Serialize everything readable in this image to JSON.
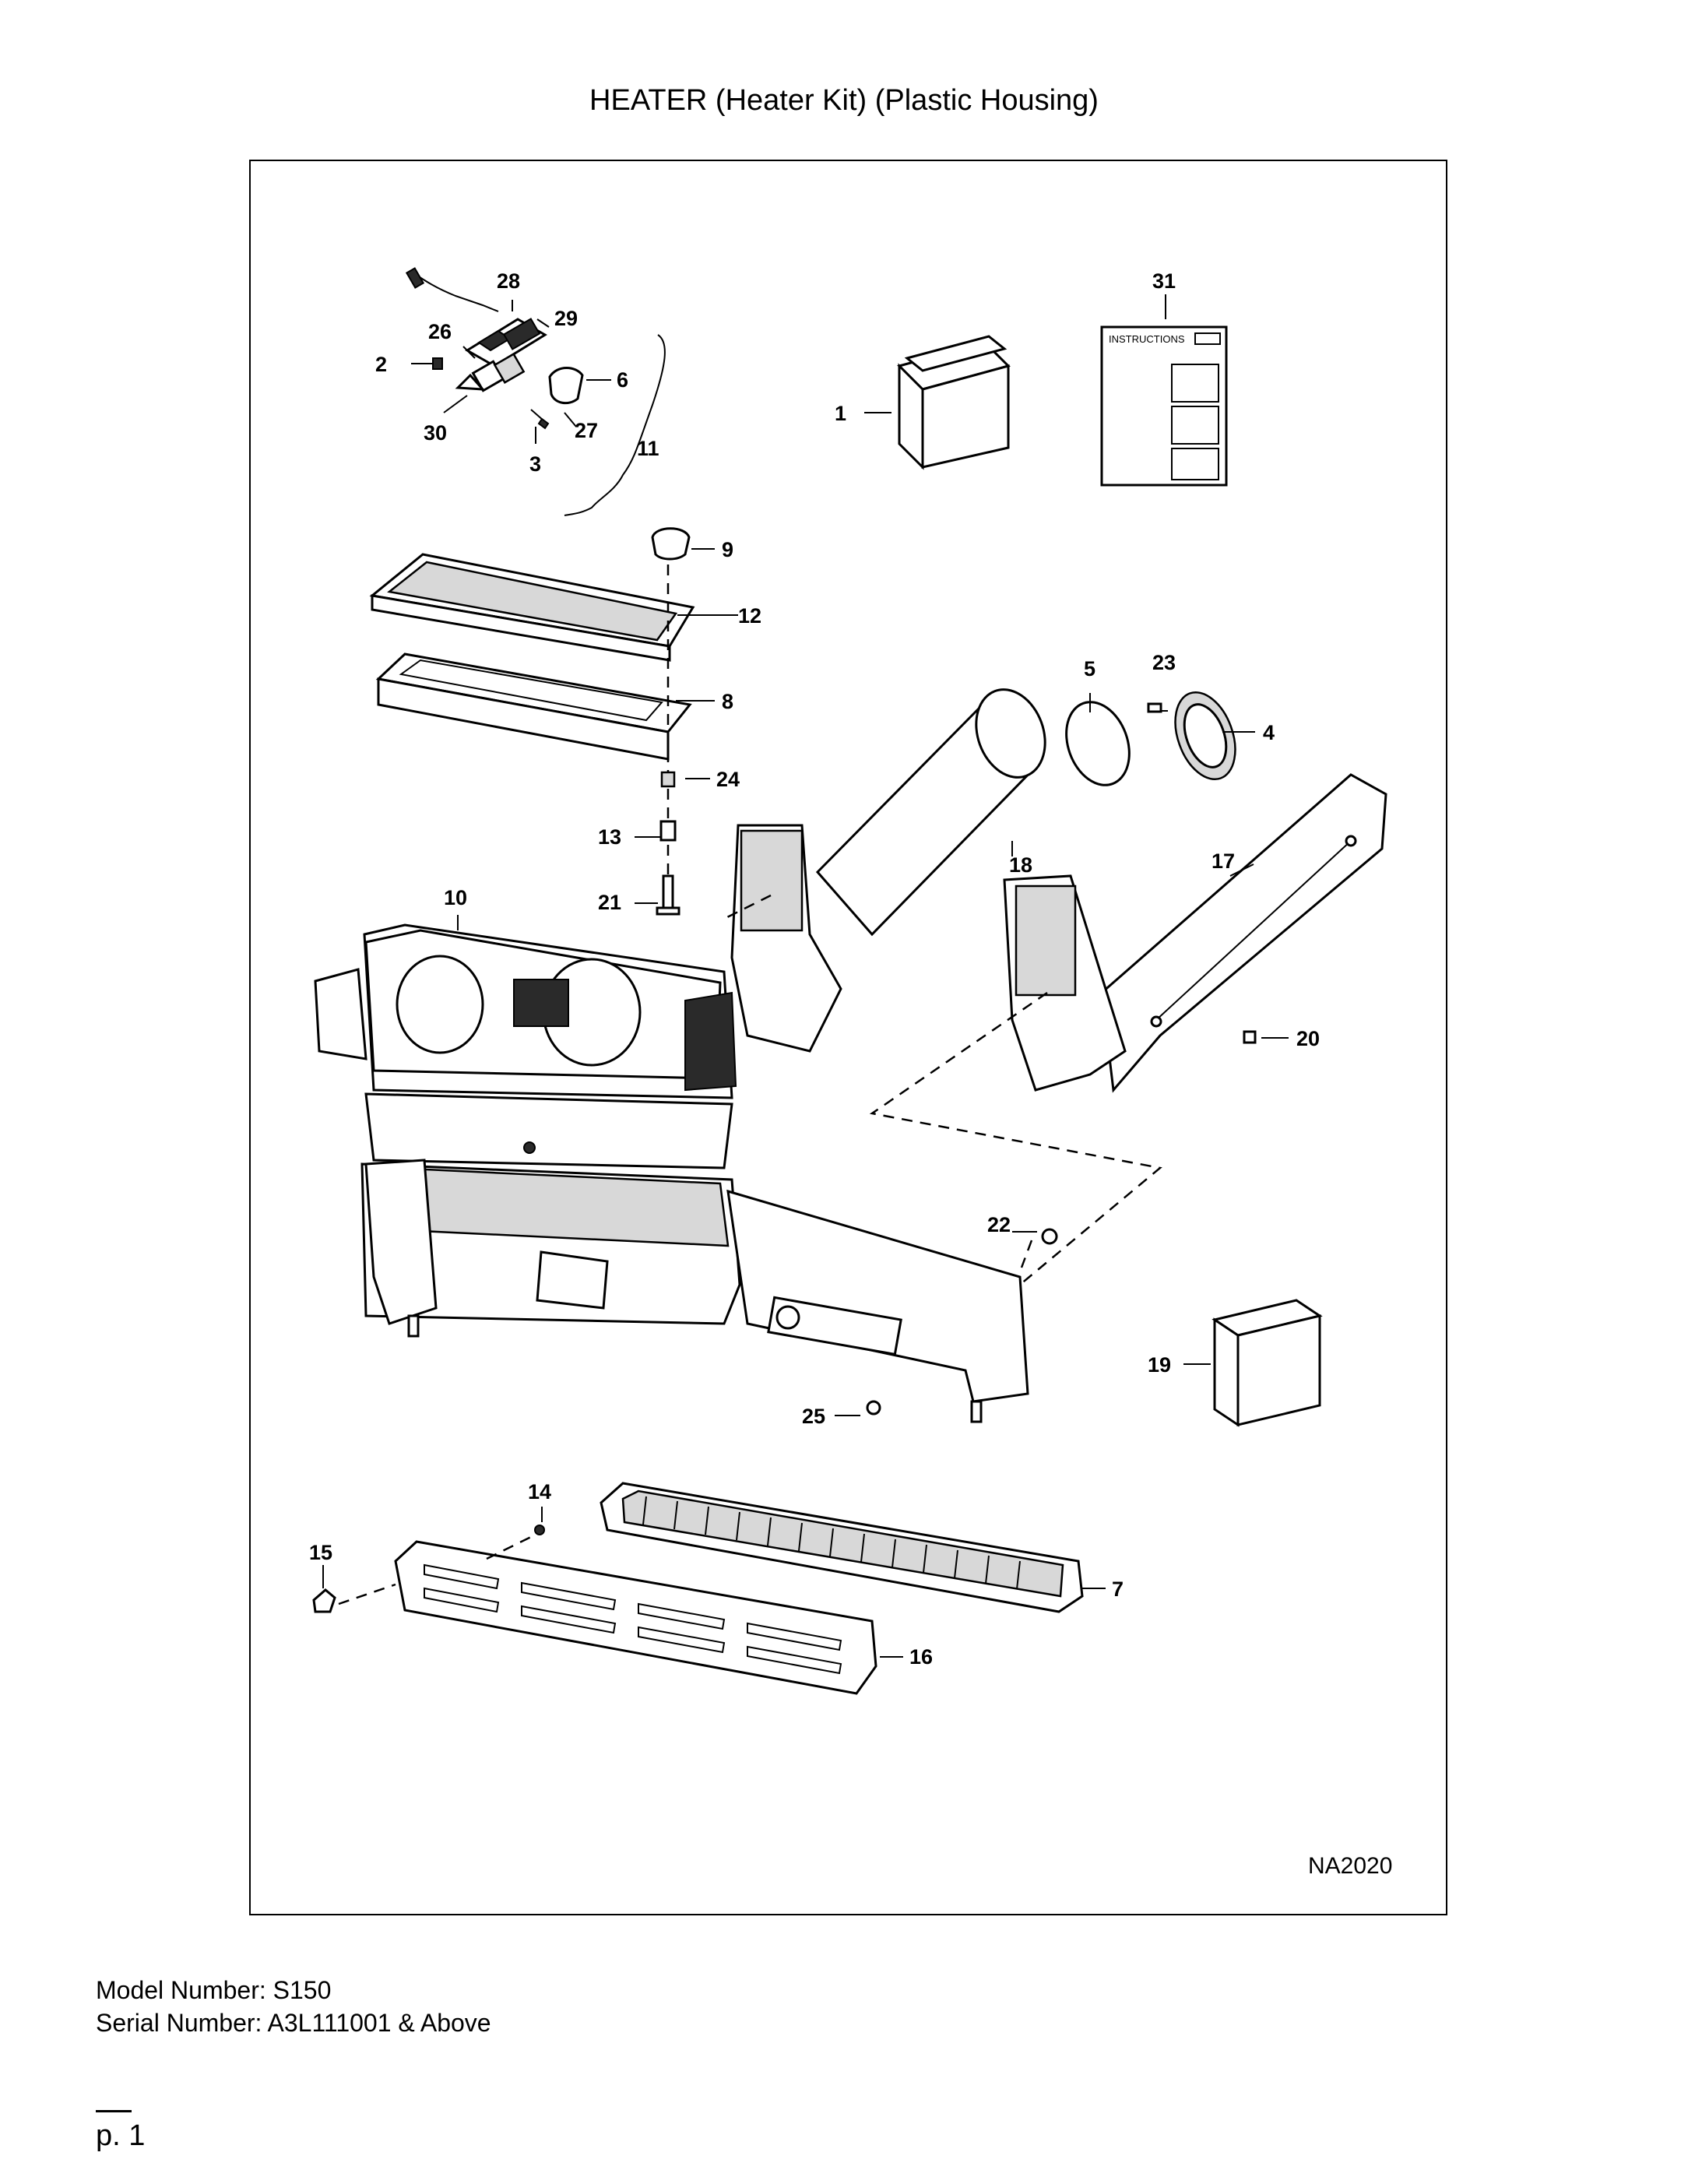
{
  "document": {
    "title": "HEATER (Heater Kit) (Plastic Housing)",
    "drawing_number": "NA2020",
    "model_line": "Model Number: S150",
    "serial_line": "Serial Number: A3L111001 & Above",
    "page_label": "p. 1"
  },
  "instructions_sheet": {
    "label": "INSTRUCTIONS"
  },
  "callouts": [
    "1",
    "2",
    "3",
    "4",
    "5",
    "6",
    "7",
    "8",
    "9",
    "10",
    "11",
    "12",
    "13",
    "14",
    "15",
    "16",
    "17",
    "18",
    "19",
    "20",
    "21",
    "22",
    "23",
    "24",
    "25",
    "26",
    "27",
    "28",
    "29",
    "30",
    "31"
  ]
}
